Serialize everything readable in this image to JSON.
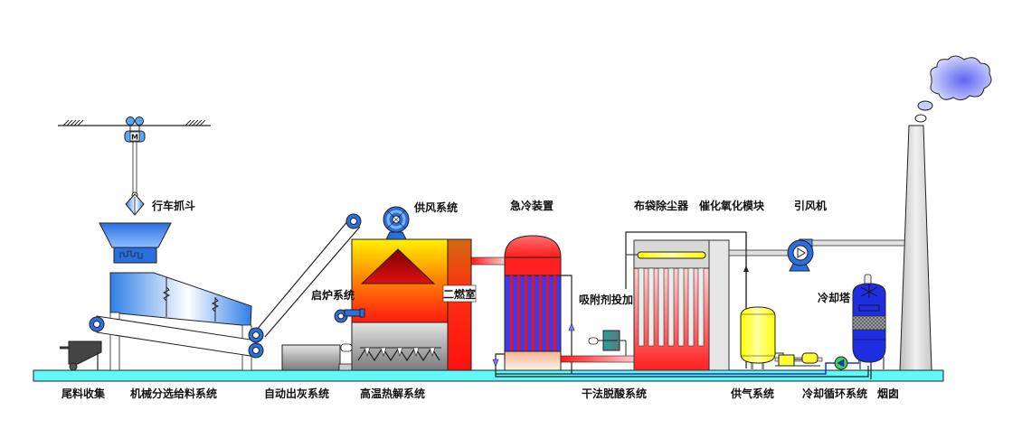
{
  "diagram": {
    "type": "process-flow",
    "subject": "Solid waste pyrolysis treatment process flow"
  },
  "equipment_labels": {
    "crane_grab": "行车抓斗",
    "air_supply": "供风系统",
    "quench": "急冷装置",
    "bag_filter": "布袋除尘器",
    "catalytic_oxidation": "催化氧化模块",
    "induced_fan": "引风机",
    "startup_burner": "启炉系统",
    "secondary_chamber": "二燃室",
    "adsorbent_dosing": "吸附剂投加",
    "cooling_tower": "冷却塔"
  },
  "system_labels": [
    {
      "id": "tailings",
      "label": "尾料收集"
    },
    {
      "id": "sorting_feed",
      "label": "机械分选给料系统"
    },
    {
      "id": "ash_discharge",
      "label": "自动出灰系统"
    },
    {
      "id": "pyrolysis",
      "label": "高温热解系统"
    },
    {
      "id": "dry_deacid",
      "label": "干法脱酸系统"
    },
    {
      "id": "gas_supply",
      "label": "供气系统"
    },
    {
      "id": "cooling_loop",
      "label": "冷却循环系统"
    },
    {
      "id": "chimney",
      "label": "烟囱"
    }
  ],
  "crane_motor_mark": "M",
  "colors": {
    "floor": "#5ff8fb",
    "equipment_blue": "#2f7fe8",
    "furnace_hot": "#ff2a10",
    "furnace_warm": "#ffef00",
    "tank_yellow": "#ffff33",
    "cooling_tower_blue": "#1e2ee0",
    "smoke_cloud": "#6f74f3",
    "chimney_gray": "#d8d8d8"
  }
}
